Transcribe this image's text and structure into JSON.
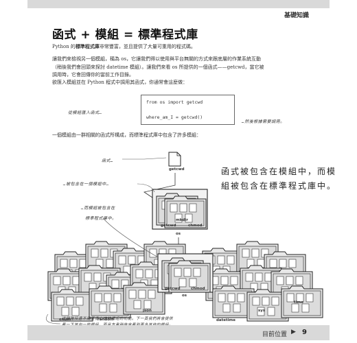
{
  "header": {
    "section": "基礎知識"
  },
  "title": "函式 + 模組 = 標準程式庫",
  "paragraphs": {
    "p1_a": "Python 的",
    "p1_b": "標準程式庫",
    "p1_c": "非常豐富，並且提供了大量可重用的程式碼。",
    "p2": "讓我們來檢視另一個模組，稱為 os，它讓我們得以使用與平台無關的方式來跟底層的作業系統互動（稍後我們會回頭來探討 datetime 模組）。讓我們來看 os 所提供的一個函式——getcwd，當它被調用時，它會回傳你的當前工作目錄。",
    "p3": "欲匯入模組並在 Python 程式中調用其函式，你通常會這麼做：",
    "p4": "一個模組由一群相關的函式所構成，而標準程式庫中包含了許多模組："
  },
  "code": {
    "line1": "from os import getcwd",
    "line2": "where_am_I = getcwd()"
  },
  "annotations": {
    "import_note": "從模組匯入函式…",
    "call_note": "…然後根據需要調用。",
    "func_note": "函式…",
    "in_module_note": "…被包含在一個模組中…",
    "in_lib_note_1": "…而模組被包含在",
    "in_lib_note_2": "標準程式庫中。",
    "big_note": "函式被包含在模組中，而模組被包含在標準程式庫中。",
    "bottom_note_1": "這個階段還不需要擔心這些模組的功能。下一頁我們將會提供",
    "bottom_note_2": "看一下其中一些模組，而且本書稍後會看到更多其他的模組。"
  },
  "diagram_labels": {
    "getcwd": "getcwd",
    "mkdir": "mkdir",
    "chmod": "chmod",
    "os": "os",
    "enum": "enum",
    "random": "random",
    "json": "json",
    "datetime": "datetime",
    "sys": "sys",
    "time": "time"
  },
  "footer": {
    "nav_label": "目前位置",
    "page_number": "9"
  }
}
